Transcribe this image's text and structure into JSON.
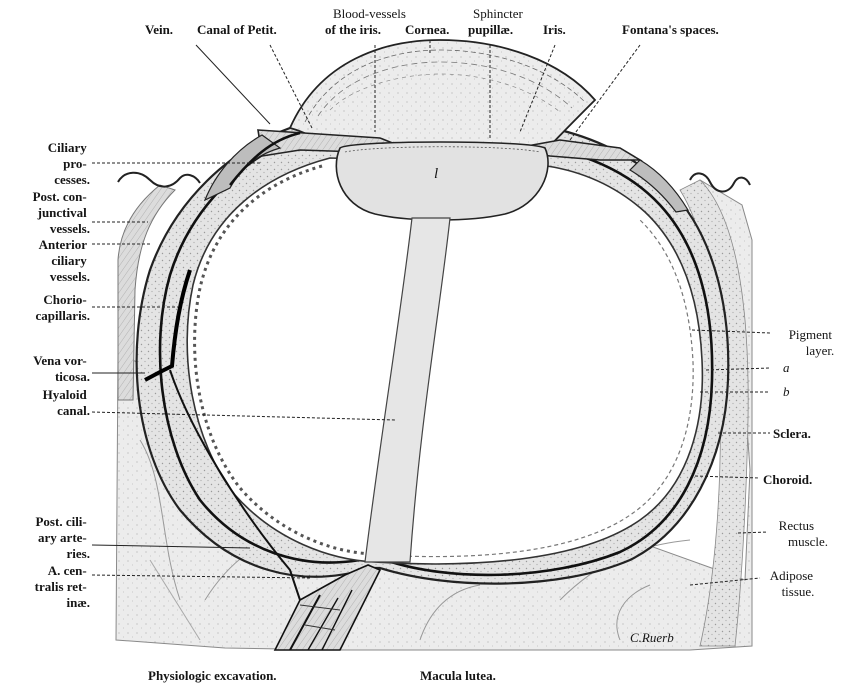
{
  "labels": {
    "top": {
      "vein": "Vein.",
      "canal_of_petit": "Canal of Petit.",
      "blood_vessels_line1": "Blood-vessels",
      "blood_vessels_line2": "of the iris.",
      "cornea": "Cornea.",
      "sphincter_line1": "Sphincter",
      "sphincter_line2": "pupillæ.",
      "iris": "Iris.",
      "fontanas_spaces": "Fontana's spaces."
    },
    "left": {
      "ciliary_processes": [
        "Ciliary",
        "pro-",
        "cesses."
      ],
      "post_conjunctival_vessels": [
        "Post. con-",
        "junctival",
        "vessels."
      ],
      "anterior_ciliary_vessels": [
        "Anterior",
        "ciliary",
        "vessels."
      ],
      "choriocapillaris": [
        "Chorio-",
        "capillaris."
      ],
      "vena_vorticosa": [
        "Vena vor-",
        "ticosa."
      ],
      "hyaloid_canal": [
        "Hyaloid",
        "canal."
      ],
      "post_ciliary_arteries": [
        "Post. cili-",
        "ary arte-",
        "ries."
      ],
      "a_centralis_retinae": [
        "A. cen-",
        "tralis ret-",
        "inæ."
      ]
    },
    "right": {
      "pigment_layer": [
        "Pigment",
        "layer."
      ],
      "a": "a",
      "b": "b",
      "sclera": "Sclera.",
      "choroid": "Choroid.",
      "rectus_muscle": [
        "Rectus",
        "muscle."
      ],
      "adipose_tissue": [
        "Adipose",
        "tissue."
      ]
    },
    "bottom": {
      "physiologic_excavation": "Physiologic excavation.",
      "macula_lutea": "Macula lutea."
    },
    "lens_letter": "l",
    "signature": "C.Ruerb"
  }
}
